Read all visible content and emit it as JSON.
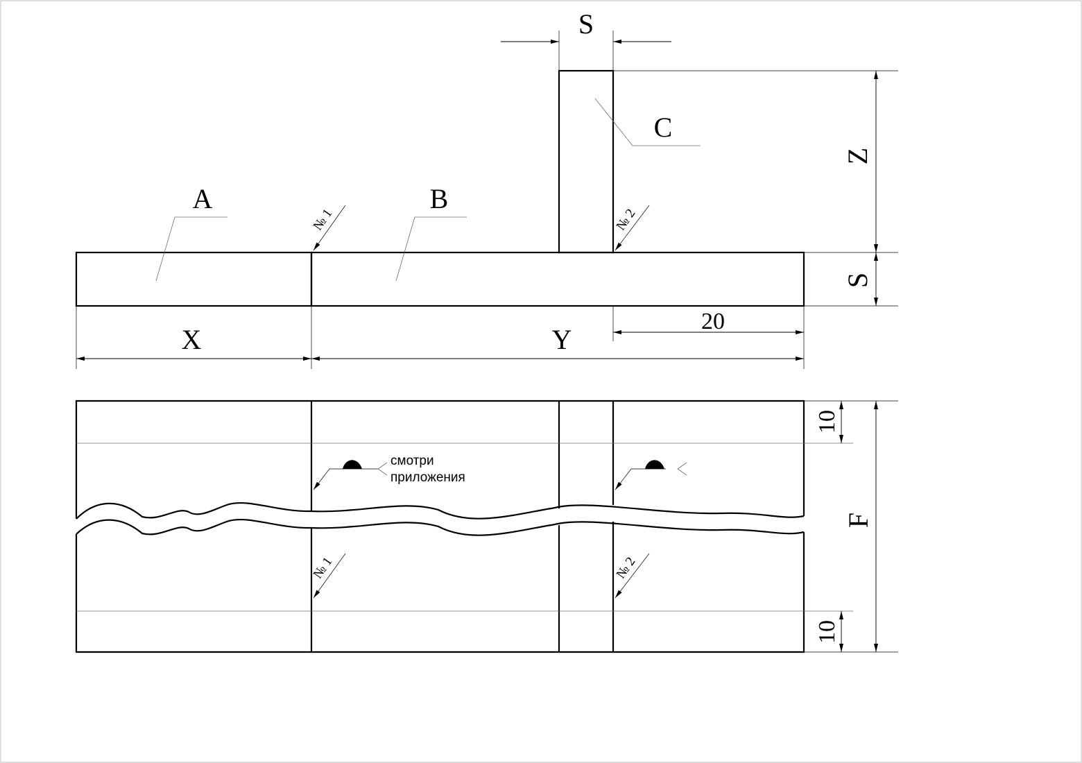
{
  "labels": {
    "part_a": "A",
    "part_b": "B",
    "part_c": "C"
  },
  "dimensions": {
    "s_top": "S",
    "s_right": "S",
    "z": "Z",
    "x": "X",
    "y": "Y",
    "twenty": "20",
    "f": "F",
    "ten_top": "10",
    "ten_bottom": "10"
  },
  "seams": {
    "seam1_top": "№ 1",
    "seam2_top": "№ 2",
    "seam1_bottom": "№ 1",
    "seam2_bottom": "№ 2"
  },
  "note": {
    "line1": "смотри",
    "line2": "приложения"
  }
}
